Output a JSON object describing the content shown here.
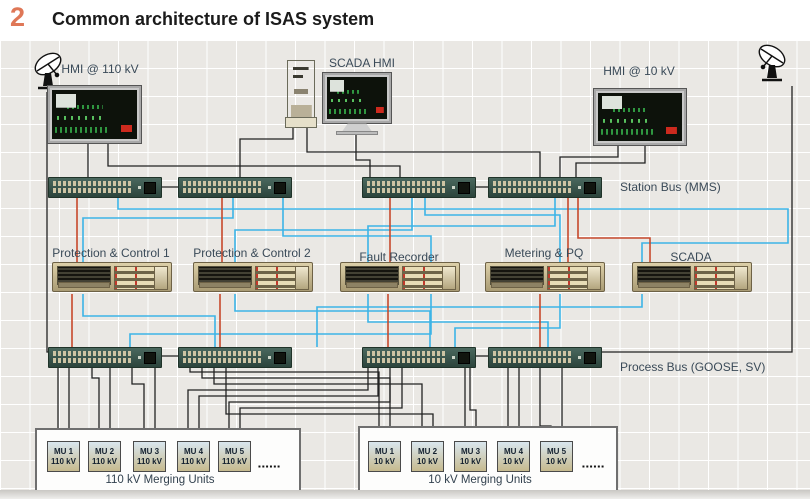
{
  "slide": {
    "number": "2",
    "title": "Common architecture of ISAS system"
  },
  "labels": {
    "hmi_110": "HMI @ 110 kV",
    "scada_hmi": "SCADA HMI",
    "hmi_10": "HMI @ 10 kV",
    "station_bus": "Station Bus (MMS)",
    "process_bus": "Process Bus (GOOSE, SV)"
  },
  "servers": [
    {
      "label": "Protection & Control 1"
    },
    {
      "label": "Protection & Control 2"
    },
    {
      "label": "Fault Recorder"
    },
    {
      "label": "Metering & PQ"
    },
    {
      "label": "SCADA"
    }
  ],
  "merging_units": {
    "left": {
      "group_label": "110 kV Merging Units",
      "ellipsis": "▪▪▪▪▪▪",
      "units": [
        {
          "name": "MU 1",
          "kv": "110 kV"
        },
        {
          "name": "MU 2",
          "kv": "110 kV"
        },
        {
          "name": "MU 3",
          "kv": "110 kV"
        },
        {
          "name": "MU 4",
          "kv": "110 kV"
        },
        {
          "name": "MU 5",
          "kv": "110 kV"
        }
      ]
    },
    "right": {
      "group_label": "10 kV Merging Units",
      "ellipsis": "▪▪▪▪▪▪",
      "units": [
        {
          "name": "MU 1",
          "kv": "10 kV"
        },
        {
          "name": "MU 2",
          "kv": "10 kV"
        },
        {
          "name": "MU 3",
          "kv": "10 kV"
        },
        {
          "name": "MU 4",
          "kv": "10 kV"
        },
        {
          "name": "MU 5",
          "kv": "10 kV"
        }
      ]
    }
  },
  "colors": {
    "accent": "#df7757",
    "lan_line": "#3cb4e6",
    "redundant_line": "#c6492c",
    "wire": "#222222"
  }
}
